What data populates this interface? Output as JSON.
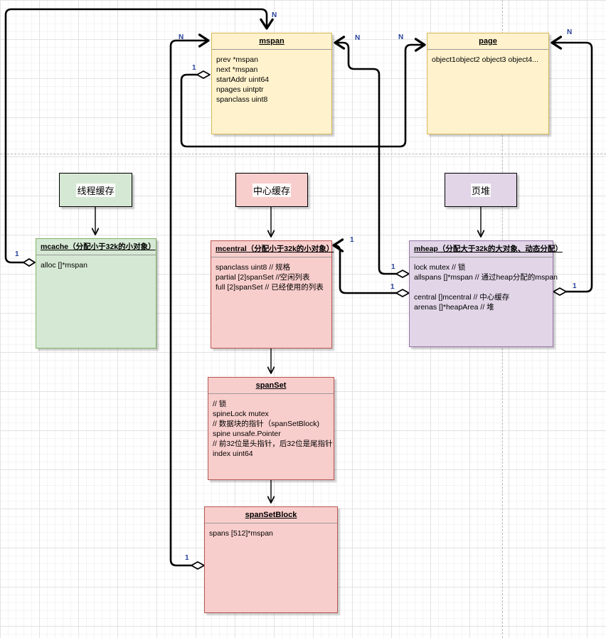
{
  "boxes": {
    "mspan": {
      "title": "mspan",
      "fields": [
        "prev *mspan",
        "next *mspan",
        "startAddr uint64",
        "npages uintptr",
        "spanclass uint8"
      ]
    },
    "page": {
      "title": "page",
      "fields": [
        "object1object2 object3 object4..."
      ]
    },
    "mcache": {
      "title": "mcache（分配小于32k的小对象）",
      "fields": [
        "alloc []*mspan"
      ]
    },
    "mcentral": {
      "title": "mcentral（分配小于32k的小对象）",
      "fields": [
        "spanclass uint8 // 规格",
        "partial [2]spanSet //空闲列表",
        "full [2]spanSet // 已经使用的列表"
      ]
    },
    "mheap": {
      "title": "mheap（分配大于32k的大对象、动态分配）",
      "fields": [
        "lock mutex // 锁",
        "allspans []*mspan // 通过heap分配的mspan",
        "",
        "central []mcentral  // 中心缓存",
        "arenas []*heapArea // 堆"
      ]
    },
    "spanSet": {
      "title": "spanSet",
      "fields": [
        "// 锁",
        "spineLock mutex",
        "// 数据块的指针（spanSetBlock)",
        "spine unsafe.Pointer",
        "// 前32位是头指针，后32位是尾指针",
        "index uint64"
      ]
    },
    "spanSetBlock": {
      "title": "spanSetBlock",
      "fields": [
        "spans [512]*mspan"
      ]
    }
  },
  "labels": {
    "thread_cache": "线程缓存",
    "central_cache": "中心缓存",
    "page_heap": "页堆"
  },
  "multiplicities": {
    "mspan_top_n": "N",
    "mcache_left_1": "1",
    "mspan_left_n": "N",
    "mspan_left_1": "1",
    "spansetblock_left_1": "1",
    "page_left_n": "N",
    "mspan_right_n": "N",
    "mheap_upper_1": "1",
    "mcentral_right_1": "1",
    "mheap_lower_1": "1",
    "page_right_n": "N",
    "mheap_right_1": "1"
  },
  "colors": {
    "yellow_fill": "#fff2cc",
    "yellow_border": "#d6b656",
    "green_fill": "#d5e8d4",
    "green_border": "#82b366",
    "red_fill": "#f8cecc",
    "red_border": "#b85450",
    "purple_fill": "#e1d5e7",
    "purple_border": "#9673a6",
    "edge": "#000000",
    "multiplicity_text": "#28429b"
  }
}
